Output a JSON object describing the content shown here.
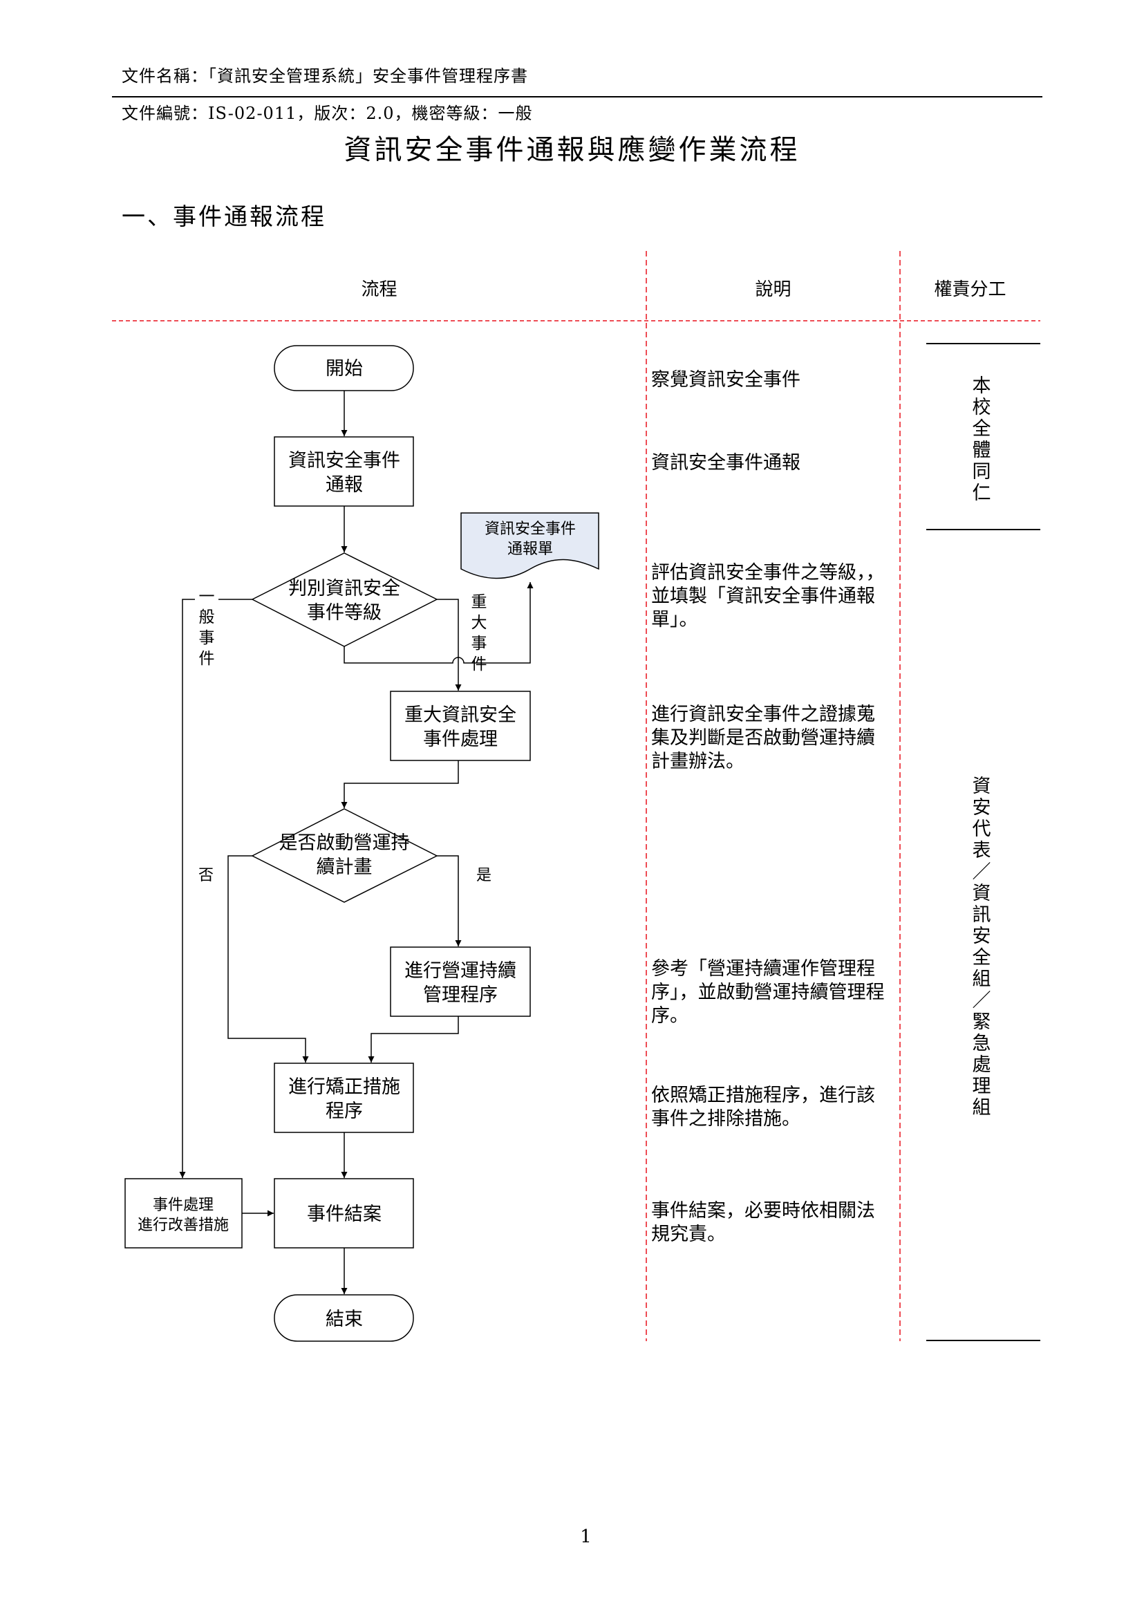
{
  "header": {
    "doc_name": "文件名稱：「資訊安全管理系統」安全事件管理程序書",
    "doc_meta": "文件編號：IS-02-011，版次：2.0，機密等級：一般"
  },
  "title": "資訊安全事件通報與應變作業流程",
  "section_heading": "一、事件通報流程",
  "table": {
    "columns": [
      "流程",
      "說明",
      "權責分工"
    ]
  },
  "flowchart": {
    "start": "開始",
    "report": [
      "資訊安全事件",
      "通報"
    ],
    "report_form": [
      "資訊安全事件",
      "通報單"
    ],
    "decision_level": [
      "判別資訊安全",
      "事件等級"
    ],
    "branch_general": "一般事件",
    "branch_major": "重大事件",
    "major_handling": [
      "重大資訊安全",
      "事件處理"
    ],
    "decision_bcp": [
      "是否啟動營運持",
      "續計畫"
    ],
    "branch_no": "否",
    "branch_yes": "是",
    "bcp_procedure": [
      "進行營運持續",
      "管理程序"
    ],
    "corrective": [
      "進行矯正措施",
      "程序"
    ],
    "improvement": [
      "事件處理",
      "進行改善措施"
    ],
    "close": "事件結案",
    "end": "結束"
  },
  "descriptions": [
    "察覺資訊安全事件",
    "資訊安全事件通報",
    "評估資訊安全事件之等級，，並填製「資訊安全事件通報單」。",
    "進行資訊安全事件之證據蒐集及判斷是否啟動營運持續計畫辦法。",
    "參考「營運持續運作管理程序」，並啟動營運持續管理程序。",
    "依照矯正措施程序，進行該事件之排除措施。",
    "事件結案，必要時依相關法規究責。"
  ],
  "responsibilities": [
    "本校全體同仁",
    "資安代表／資訊安全組／緊急處理組"
  ],
  "page_number": "1",
  "colors": {
    "grid_dashed": "#e8111b",
    "report_form_fill": "#e4eaf5"
  }
}
